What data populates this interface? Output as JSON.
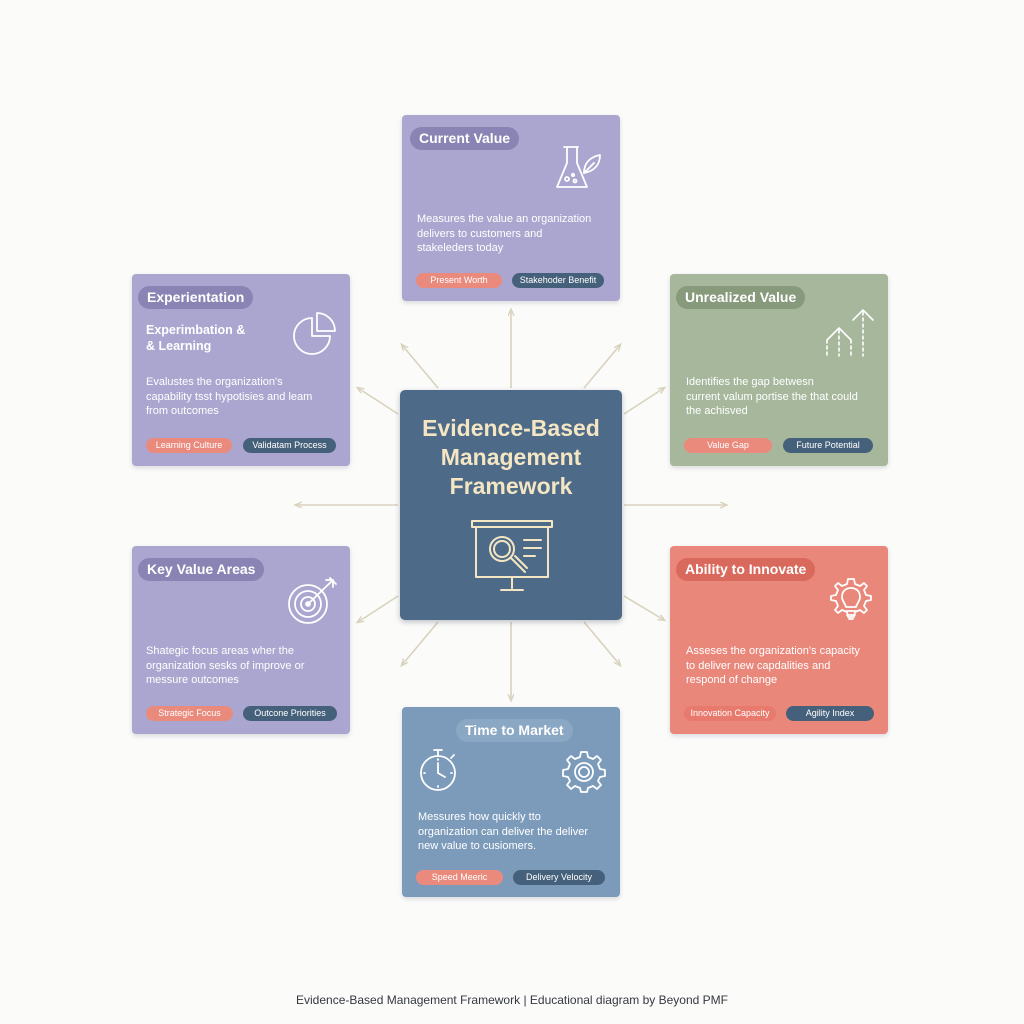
{
  "center": {
    "title_line1": "Evidence-Based",
    "title_line2": "Management",
    "title_line3": "Framework",
    "icon": "presentation-magnifier-icon"
  },
  "cards": {
    "current_value": {
      "title": "Current Value",
      "description": [
        "Measures the value an organization",
        "delivers to customers and",
        "stakeleders today"
      ],
      "tags": [
        "Present Worth",
        "Stakehoder Benefit"
      ],
      "icon": "flask-leaf-icon",
      "color": "#ab a6cf"
    },
    "experimentation": {
      "title": "Experientation",
      "subtitle_line1": "Experimbation &",
      "subtitle_line2": "& Learning",
      "description": [
        "Evalustes the organization's",
        "capability tsst hypotisies and leam",
        "from outcomes"
      ],
      "tags": [
        "Learning Culture",
        "Validatam Process"
      ],
      "icon": "pie-chart-icon"
    },
    "unrealized_value": {
      "title": "Unrealized Value",
      "description": [
        "Identifies the gap betwesn",
        "current valum portise the that could",
        "the achisved"
      ],
      "tags": [
        "Value Gap",
        "Future Potential"
      ],
      "icon": "growth-arrows-icon"
    },
    "key_value_areas": {
      "title": "Key Value Areas",
      "description": [
        "Shategic focus areas wher the",
        "organization sesks of improve or",
        "messure outcomes"
      ],
      "tags": [
        "Strategic Focus",
        "Outcone Priorities"
      ],
      "icon": "target-icon"
    },
    "ability_to_innovate": {
      "title": "Ability to Innovate",
      "description": [
        "Asseses the organization's capacity",
        "to deliver new capdalities and",
        "respond of change"
      ],
      "tags": [
        "Innovation Capacity",
        "Agility Index"
      ],
      "icon": "lightbulb-gear-icon"
    },
    "time_to_market": {
      "title": "Time to Market",
      "description": [
        "Messures how quickly tto",
        "organization can deliver the  deliver",
        "new value to cusiomers."
      ],
      "tags": [
        "Speed Meeric",
        "Delivery Velocity"
      ],
      "icon": "stopwatch-gear-icon"
    }
  },
  "colors": {
    "lavender": "#a9a5d0",
    "lavender_title": "#8a84b4",
    "sage": "#a6b79c",
    "sage_title": "#879a7c",
    "coral": "#ea877b",
    "coral_title": "#d9695c",
    "steel": "#7c9bbb",
    "center": "#4d6b88",
    "center_text": "#f5e6c3",
    "tag_coral": "#ea8a7d",
    "tag_navy": "#45607a",
    "connector": "#d9d2bd"
  },
  "footer": "Evidence-Based Management Framework | Educational diagram by Beyond PMF"
}
